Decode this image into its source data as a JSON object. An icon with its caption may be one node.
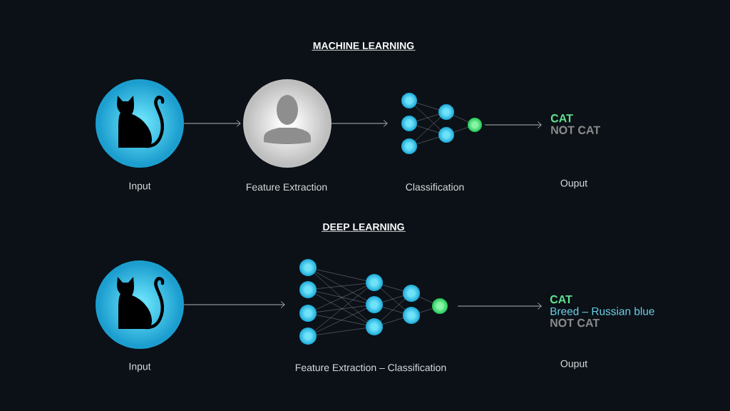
{
  "diagram": {
    "nodes": [
      {
        "text": [],
        "shape": "circle",
        "beside": [
          "Input"
        ]
      },
      {
        "text": [],
        "shape": "circle",
        "beside": [
          "Feature Extraction"
        ]
      },
      {
        "text": [],
        "shape": "picture",
        "beside": [
          "Classification"
        ]
      },
      {
        "text": [
          "CAT",
          "NOT CAT"
        ]
      },
      {
        "text": [],
        "shape": "circle",
        "beside": [
          "Input"
        ]
      },
      {
        "text": [],
        "shape": "picture",
        "beside": [
          "Feature Extraction – Classification"
        ]
      },
      {
        "text": [
          "CAT",
          "Breed – Russian blue",
          "NOT CAT"
        ]
      }
    ],
    "edges": [
      {
        "from": 0,
        "to": 1,
        "arrow": "to"
      },
      {
        "from": 1,
        "to": 2,
        "arrow": "to"
      },
      {
        "from": 2,
        "to": 3,
        "arrow": "to"
      },
      {
        "from": 4,
        "to": 5,
        "arrow": "to"
      },
      {
        "from": 5,
        "to": 6,
        "arrow": "to"
      }
    ],
    "labels": [
      "MACHINE LEARNING",
      "Ouput",
      "DEEP LEARNING",
      "Ouput"
    ]
  }
}
